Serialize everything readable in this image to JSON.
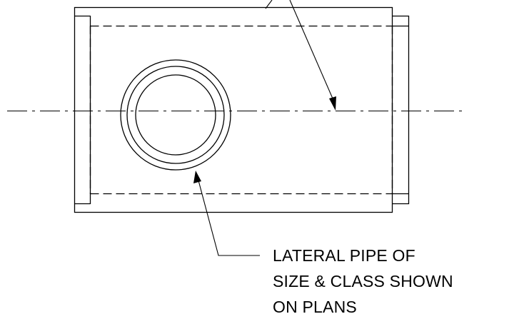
{
  "drawing": {
    "callout_lines": [
      "LATERAL PIPE OF",
      "SIZE & CLASS SHOWN",
      "ON PLANS"
    ],
    "line_color": "#000000",
    "background_color": "#ffffff"
  }
}
